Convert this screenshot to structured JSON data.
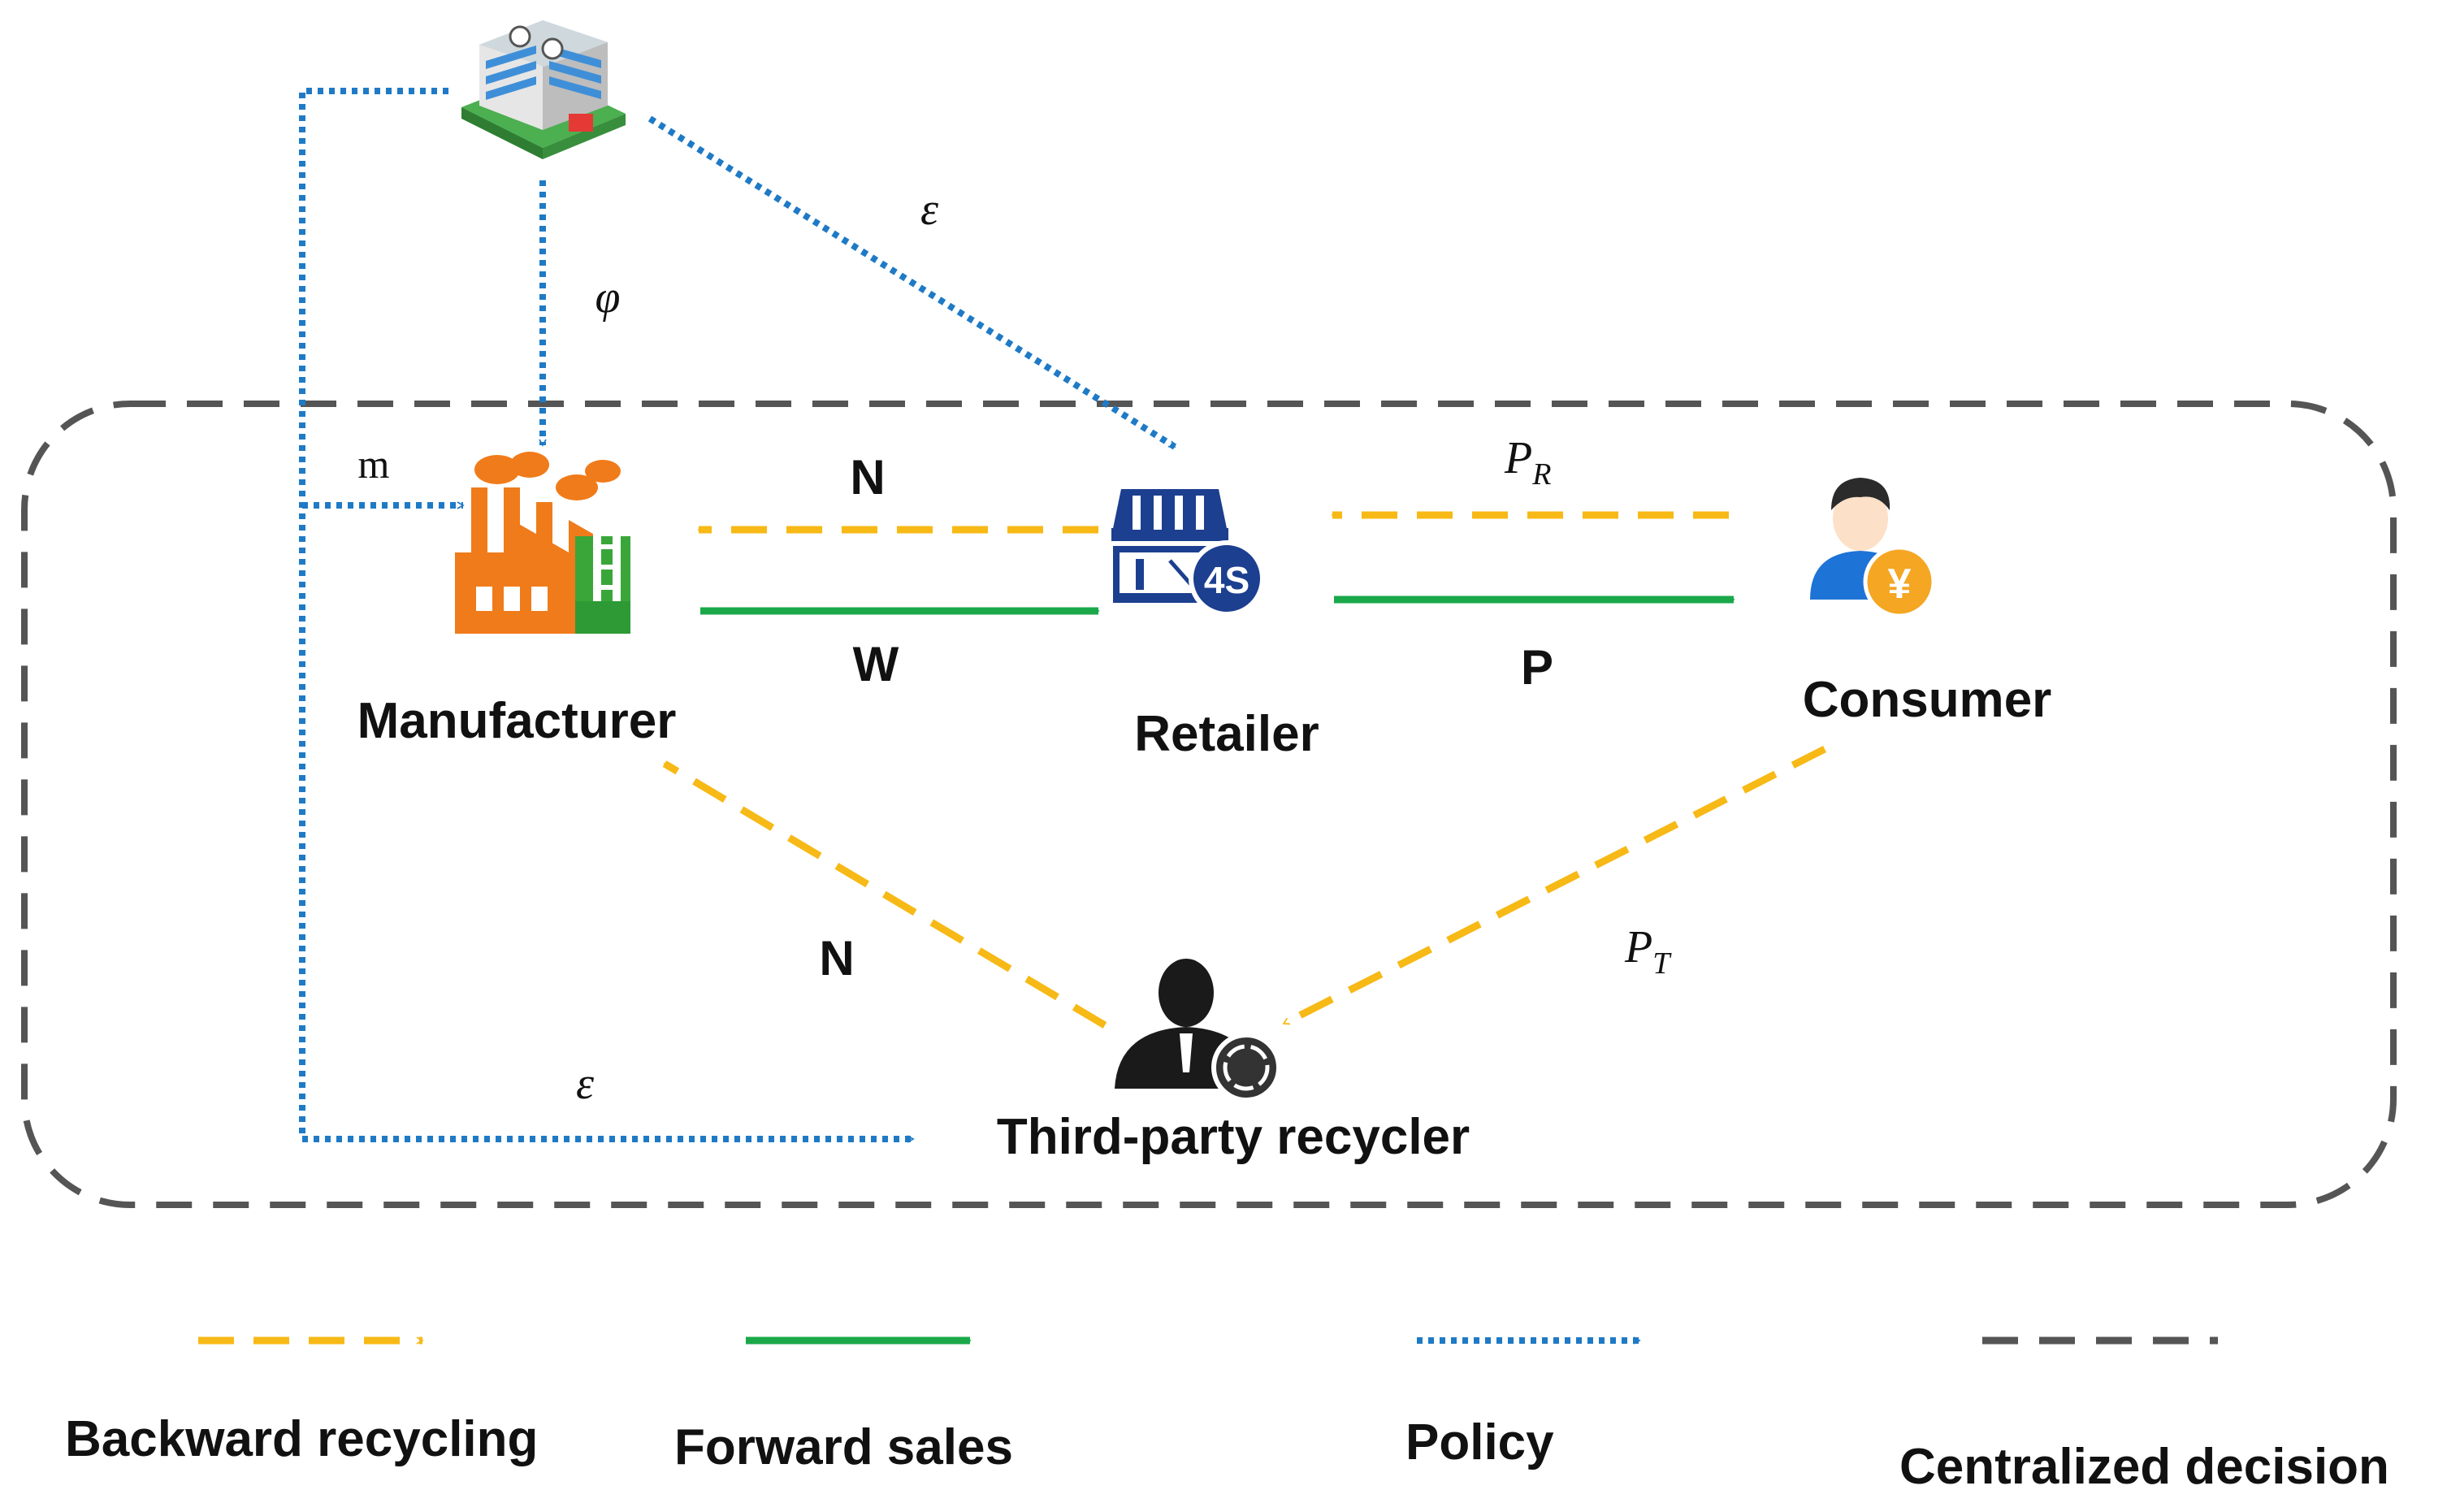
{
  "colors": {
    "backward": "#f7b916",
    "forward": "#1aa84a",
    "policy": "#1f7ac6",
    "centralized": "#555555"
  },
  "nodes": {
    "government_icon": "government-building-icon",
    "manufacturer": "Manufacturer",
    "retailer": "Retailer",
    "consumer": "Consumer",
    "recycler": "Third-party recycler",
    "retailer_badge": "4S",
    "consumer_badge": "¥"
  },
  "flows": {
    "n_top": "N",
    "w": "W",
    "p": "P",
    "pr_main": "P",
    "pr_sub": "R",
    "pt_main": "P",
    "pt_sub": "T",
    "n_bottom": "N",
    "phi": "φ",
    "epsilon_top": "ε",
    "epsilon_bottom": "ε",
    "m": "m"
  },
  "legend": {
    "backward": "Backward recycling",
    "forward": "Forward sales",
    "policy": "Policy",
    "centralized": "Centralized decision"
  }
}
